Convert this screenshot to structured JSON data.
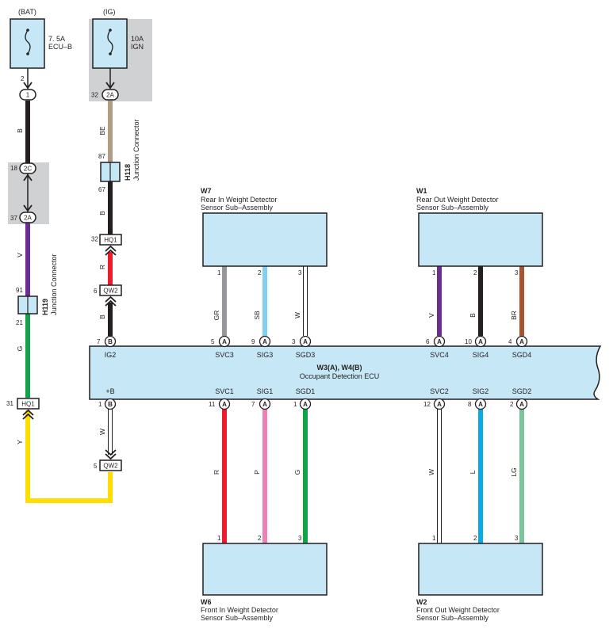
{
  "colors": {
    "box_fill": "#c6e7f5",
    "shade": "#d0d1d3",
    "outline": "#231f20",
    "black": "#231f20",
    "beige": "#b39c85",
    "red": "#ec1c2d",
    "violet": "#6b2d8f",
    "green": "#12a24a",
    "yellow": "#ffdd00",
    "gray": "#96979a",
    "skyblue": "#7fd0f2",
    "white": "#ffffff",
    "brown": "#a8552f",
    "pink": "#ef7fb5",
    "blue": "#0aa9e8",
    "lightgreen": "#7cc49b"
  },
  "fuses": [
    {
      "id": "bat",
      "source": "(BAT)",
      "rating": "7. 5A",
      "name": "ECU–B",
      "icon": "fuse-icon"
    },
    {
      "id": "ig",
      "source": "(IG)",
      "rating": "10A",
      "name": "IGN",
      "icon": "fuse-icon"
    }
  ],
  "connectors": [
    {
      "id": "c_1",
      "pin": "2",
      "code": "1"
    },
    {
      "id": "c_2a_top",
      "pin": "32",
      "code": "2A"
    },
    {
      "id": "c_2c",
      "pin": "18",
      "code": "2C"
    },
    {
      "id": "c_2a_mid",
      "pin": "37",
      "code": "2A"
    },
    {
      "id": "c_hq1_right",
      "pin": "32",
      "code": "HQ1"
    },
    {
      "id": "c_qw2_right",
      "pin": "6",
      "code": "QW2"
    },
    {
      "id": "c_hq1_left",
      "pin": "31",
      "code": "HQ1"
    },
    {
      "id": "c_qw2_bottom",
      "pin": "5",
      "code": "QW2"
    }
  ],
  "junctions": [
    {
      "id": "h118",
      "code": "H118",
      "name": "Junction Connector",
      "pin_top": "87",
      "pin_bottom": "67"
    },
    {
      "id": "h119",
      "code": "H119",
      "name": "Junction Connector",
      "pin_top": "91",
      "pin_bottom": "21"
    }
  ],
  "wires": [
    {
      "id": "w_b_left",
      "label": "B",
      "color": "black"
    },
    {
      "id": "w_v_left",
      "label": "V",
      "color": "violet"
    },
    {
      "id": "w_g_left",
      "label": "G",
      "color": "green"
    },
    {
      "id": "w_y_left",
      "label": "Y",
      "color": "yellow"
    },
    {
      "id": "w_be",
      "label": "BE",
      "color": "beige"
    },
    {
      "id": "w_b_mid",
      "label": "B",
      "color": "black"
    },
    {
      "id": "w_r_mid",
      "label": "R",
      "color": "red"
    },
    {
      "id": "w_b_ig2",
      "label": "B",
      "color": "black"
    },
    {
      "id": "w_w_plusb",
      "label": "W",
      "color": "white"
    },
    {
      "id": "w_gr",
      "label": "GR",
      "color": "gray"
    },
    {
      "id": "w_sb",
      "label": "SB",
      "color": "skyblue"
    },
    {
      "id": "w_w_sgd3",
      "label": "W",
      "color": "white"
    },
    {
      "id": "w_v_svc4",
      "label": "V",
      "color": "violet"
    },
    {
      "id": "w_b_sig4",
      "label": "B",
      "color": "black"
    },
    {
      "id": "w_br",
      "label": "BR",
      "color": "brown"
    },
    {
      "id": "w_r_svc1",
      "label": "R",
      "color": "red"
    },
    {
      "id": "w_p",
      "label": "P",
      "color": "pink"
    },
    {
      "id": "w_g_sgd1",
      "label": "G",
      "color": "green"
    },
    {
      "id": "w_w_svc2",
      "label": "W",
      "color": "white"
    },
    {
      "id": "w_l",
      "label": "L",
      "color": "blue"
    },
    {
      "id": "w_lg",
      "label": "LG",
      "color": "lightgreen"
    }
  ],
  "ecu": {
    "code": "W3(A), W4(B)",
    "name": "Occupant Detection ECU",
    "top_terminals": [
      {
        "id": "ig2",
        "name": "IG2",
        "pin": "7",
        "letter": "B"
      },
      {
        "id": "svc3",
        "name": "SVC3",
        "pin": "5",
        "letter": "A"
      },
      {
        "id": "sig3",
        "name": "SIG3",
        "pin": "9",
        "letter": "A"
      },
      {
        "id": "sgd3",
        "name": "SGD3",
        "pin": "3",
        "letter": "A"
      },
      {
        "id": "svc4",
        "name": "SVC4",
        "pin": "6",
        "letter": "A"
      },
      {
        "id": "sig4",
        "name": "SIG4",
        "pin": "10",
        "letter": "A"
      },
      {
        "id": "sgd4",
        "name": "SGD4",
        "pin": "4",
        "letter": "A"
      }
    ],
    "bottom_terminals": [
      {
        "id": "plusb",
        "name": "+B",
        "pin": "1",
        "letter": "B"
      },
      {
        "id": "svc1",
        "name": "SVC1",
        "pin": "11",
        "letter": "A"
      },
      {
        "id": "sig1",
        "name": "SIG1",
        "pin": "7",
        "letter": "A"
      },
      {
        "id": "sgd1",
        "name": "SGD1",
        "pin": "1",
        "letter": "A"
      },
      {
        "id": "svc2",
        "name": "SVC2",
        "pin": "12",
        "letter": "A"
      },
      {
        "id": "sig2",
        "name": "SIG2",
        "pin": "8",
        "letter": "A"
      },
      {
        "id": "sgd2",
        "name": "SGD2",
        "pin": "2",
        "letter": "A"
      }
    ]
  },
  "sensors": [
    {
      "id": "w7",
      "code": "W7",
      "name_line1": "Rear In Weight Detector",
      "name_line2": "Sensor Sub–Assembly",
      "pins": [
        "1",
        "2",
        "3"
      ]
    },
    {
      "id": "w1",
      "code": "W1",
      "name_line1": "Rear Out Weight Detector",
      "name_line2": "Sensor Sub–Assembly",
      "pins": [
        "1",
        "2",
        "3"
      ]
    },
    {
      "id": "w6",
      "code": "W6",
      "name_line1": "Front In Weight Detector",
      "name_line2": "Sensor Sub–Assembly",
      "pins": [
        "1",
        "2",
        "3"
      ]
    },
    {
      "id": "w2",
      "code": "W2",
      "name_line1": "Front Out Weight Detector",
      "name_line2": "Sensor Sub–Assembly",
      "pins": [
        "1",
        "2",
        "3"
      ]
    }
  ]
}
